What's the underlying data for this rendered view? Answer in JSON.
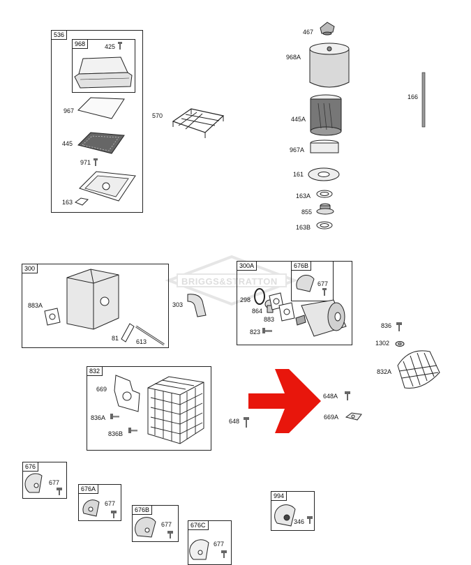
{
  "brand": "BRIGGS&STRATTON",
  "accent_color": "#e8160c",
  "boxes": {
    "b536": "536",
    "b968": "968",
    "b300": "300",
    "b300A": "300A",
    "b676B_top": "676B",
    "b832": "832",
    "b676": "676",
    "b676A": "676A",
    "b676B": "676B",
    "b676C": "676C",
    "b994": "994"
  },
  "labels": {
    "l425": "425",
    "l967": "967",
    "l445": "445",
    "l971": "971",
    "l163": "163",
    "l570": "570",
    "l467": "467",
    "l968A": "968A",
    "l166": "166",
    "l445A": "445A",
    "l967A": "967A",
    "l161": "161",
    "l163A": "163A",
    "l855": "855",
    "l163B": "163B",
    "l883A": "883A",
    "l81": "81",
    "l613": "613",
    "l303": "303",
    "l677_top": "677",
    "l298": "298",
    "l864": "864",
    "l883": "883",
    "l823": "823",
    "l836": "836",
    "l1302": "1302",
    "l832A": "832A",
    "l669": "669",
    "l836A": "836A",
    "l836B": "836B",
    "l648A": "648A",
    "l669A": "669A",
    "l648": "648",
    "l677_a": "677",
    "l677_b": "677",
    "l677_c": "677",
    "l677_d": "677",
    "l346": "346"
  },
  "icons": [
    "air-cleaner-cover",
    "filter-element",
    "muffler",
    "spark-arrestor-screen",
    "heat-shield",
    "deflector",
    "screw",
    "gasket",
    "red-arrow"
  ]
}
